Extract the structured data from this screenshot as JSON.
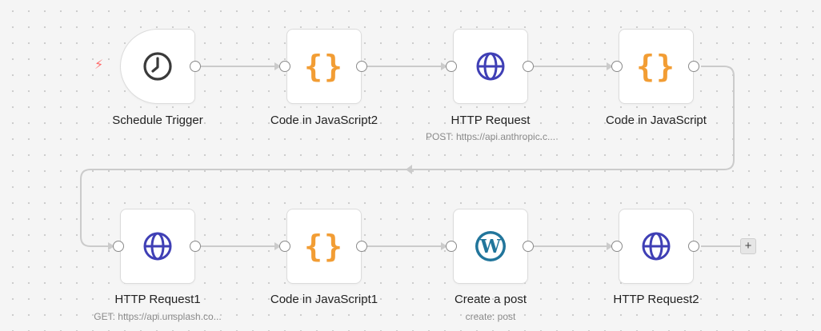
{
  "colors": {
    "wire": "#cbcbcb",
    "code_icon": "#f29d34",
    "http_icon": "#3f3fb5",
    "wordpress_icon": "#21759b",
    "trigger_bolt": "#ff6b6b"
  },
  "workflow": {
    "trigger_marker_icon": "lightning-bolt-icon",
    "add_button_label": "+",
    "nodes": [
      {
        "label": "Schedule Trigger",
        "subtitle": "",
        "icon": "clock-icon"
      },
      {
        "label": "Code in JavaScript2",
        "subtitle": "",
        "icon": "code-braces-icon"
      },
      {
        "label": "HTTP Request",
        "subtitle": "POST: https://api.anthropic.c...",
        "icon": "globe-icon"
      },
      {
        "label": "Code in JavaScript",
        "subtitle": "",
        "icon": "code-braces-icon"
      },
      {
        "label": "HTTP Request1",
        "subtitle": "GET: https://api.unsplash.co...",
        "icon": "globe-icon"
      },
      {
        "label": "Code in JavaScript1",
        "subtitle": "",
        "icon": "code-braces-icon"
      },
      {
        "label": "Create a post",
        "subtitle": "create: post",
        "icon": "wordpress-icon"
      },
      {
        "label": "HTTP Request2",
        "subtitle": "",
        "icon": "globe-icon"
      }
    ]
  }
}
